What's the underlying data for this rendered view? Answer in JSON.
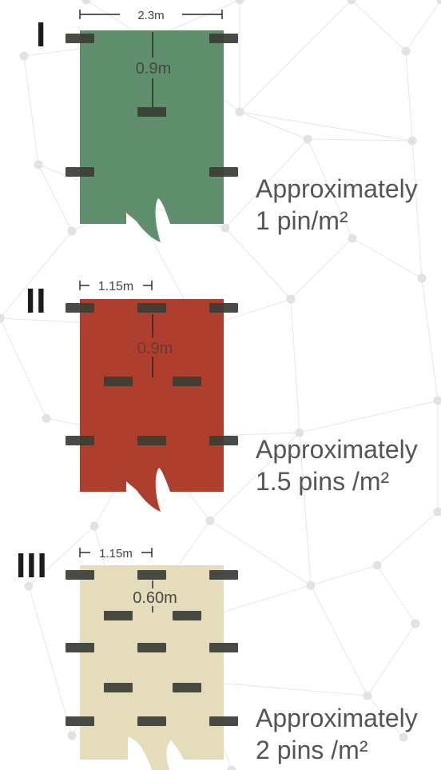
{
  "colors": {
    "panel_1": "#5f8f6d",
    "panel_2": "#ae3f2f",
    "panel_3": "#e5dcbc",
    "pin": "#3a3d35",
    "dimension_line": "#222222",
    "dimension_text": "#555555",
    "network_lines": "#e6e6e6",
    "network_nodes": "#e2e2e2"
  },
  "icons": {
    "pin": "rectangular-ground-pin",
    "cut": "torn-edge-notch",
    "background": "network-mesh"
  },
  "panels": [
    {
      "roman": "I",
      "width_label": "2.3m",
      "spacing_label": "0.9m",
      "density_line1": "Approximately",
      "density_line2": "1 pin/m²",
      "pins_count": 5
    },
    {
      "roman": "II",
      "width_label": "1.15m",
      "spacing_label": "0.9m",
      "density_line1": "Approximately",
      "density_line2": "1.5 pins /m²",
      "pins_count": 8
    },
    {
      "roman": "III",
      "width_label": "1.15m",
      "spacing_label": "0.60m",
      "density_line1": "Approximately",
      "density_line2": "2 pins /m²",
      "pins_count": 13
    }
  ]
}
